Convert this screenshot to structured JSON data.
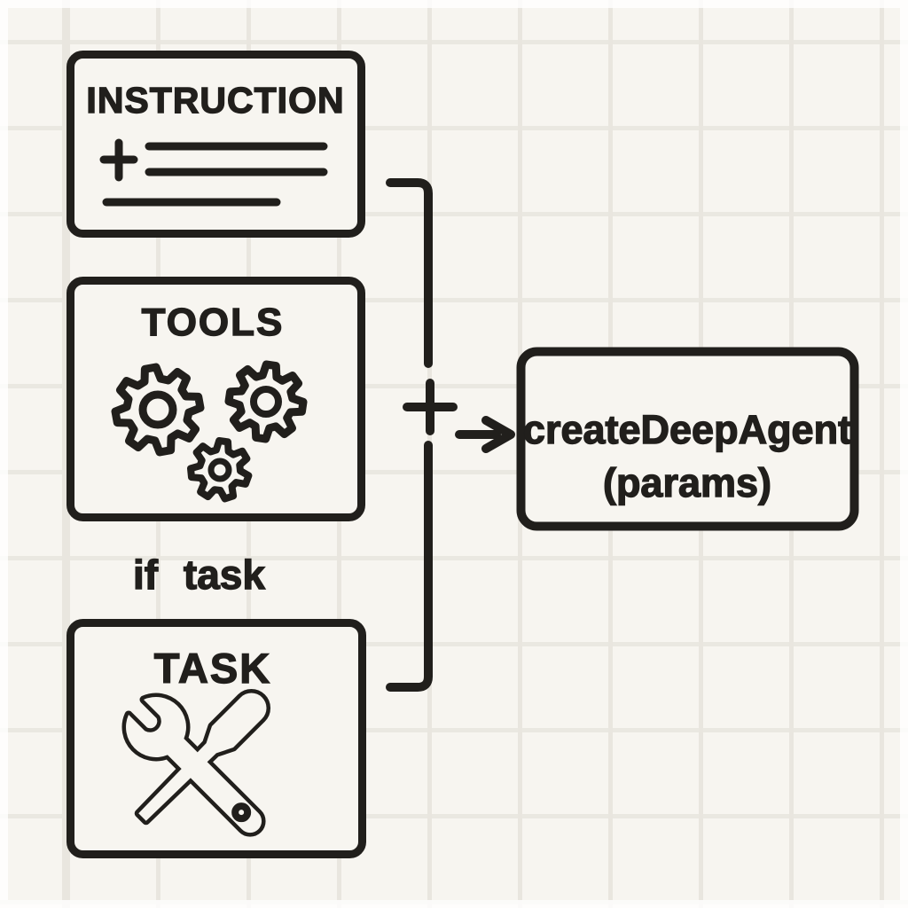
{
  "colors": {
    "background": "#f7f5f0",
    "grid": "#e9e6df",
    "ink": "#211f1c"
  },
  "boxes": {
    "instruction": {
      "label": "INSTRUCTION"
    },
    "tools": {
      "label": "TOOLS"
    },
    "task": {
      "label": "TASK"
    },
    "agent": {
      "line1": "createDeepAgent",
      "line2": "(params)"
    }
  },
  "labels": {
    "condition": "if task",
    "plus_operator": "+",
    "arrow_symbol": "→"
  },
  "icons": {
    "instruction": "plus-and-text-lines-icon",
    "tools": "three-gears-icon",
    "task": "crossed-wrench-screwdriver-icon"
  }
}
